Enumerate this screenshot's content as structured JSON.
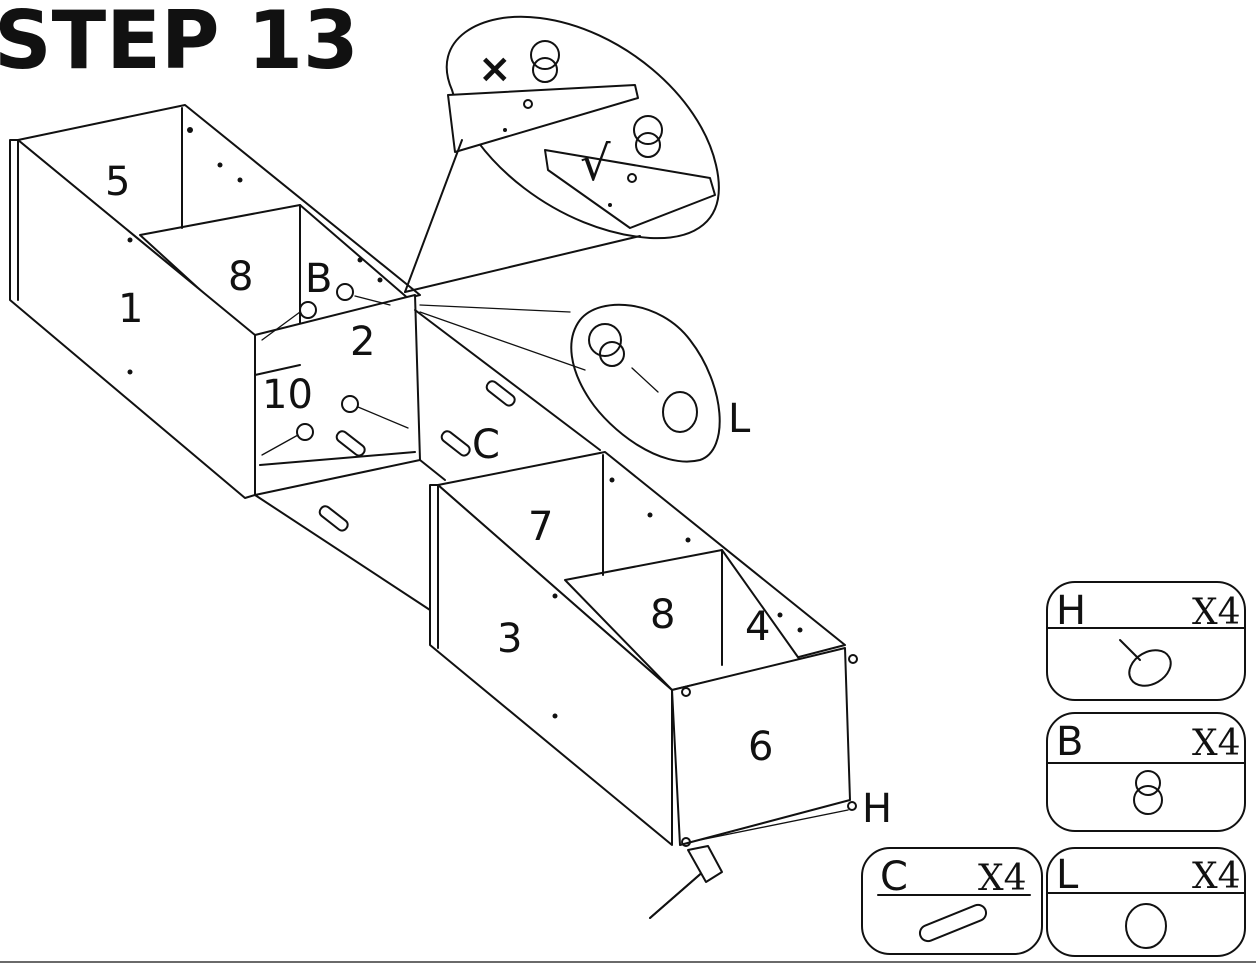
{
  "title": "STEP 13",
  "panels": {
    "p1": "1",
    "p2": "2",
    "p3": "3",
    "p4": "4",
    "p5": "5",
    "p6": "6",
    "p7": "7",
    "p8_top": "8",
    "p8_bottom": "8",
    "p10": "10"
  },
  "callouts": {
    "B": "B",
    "C": "C",
    "L": "L",
    "H": "H"
  },
  "marks": {
    "wrong": "×",
    "right": "√"
  },
  "parts": [
    {
      "letter": "H",
      "qty": "X4",
      "icon": "nail-glide-icon"
    },
    {
      "letter": "B",
      "qty": "X4",
      "icon": "cam-lock-icon"
    },
    {
      "letter": "C",
      "qty": "X4",
      "icon": "wooden-dowel-icon"
    },
    {
      "letter": "L",
      "qty": "X4",
      "icon": "cover-cap-icon"
    }
  ]
}
